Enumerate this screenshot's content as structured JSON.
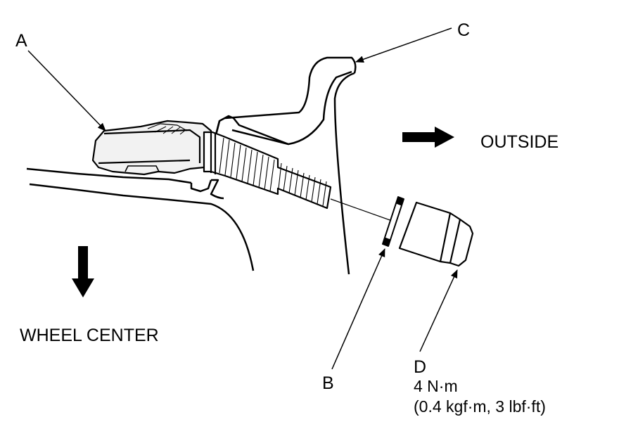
{
  "callouts": {
    "a": "A",
    "b": "B",
    "c": "C",
    "d": "D"
  },
  "directions": {
    "outside": "OUTSIDE",
    "wheel_center": "WHEEL CENTER"
  },
  "torque": {
    "metric": "4 N·m",
    "alternate": "(0.4 kgf·m, 3 lbf·ft)"
  },
  "colors": {
    "line": "#000000",
    "sensor_fill": "#f2f2f2",
    "background": "#ffffff"
  }
}
